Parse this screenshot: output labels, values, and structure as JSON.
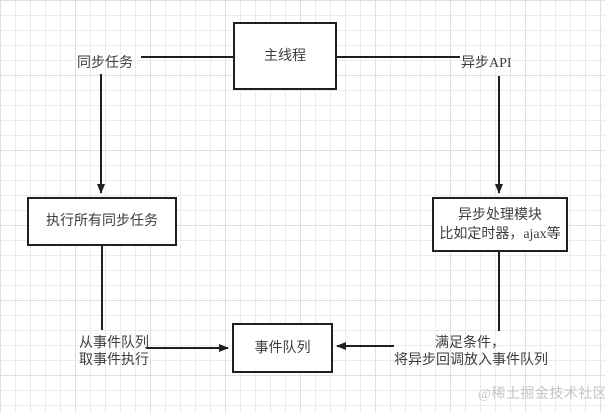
{
  "diagram": {
    "title_hint": "JavaScript event loop flow diagram",
    "nodes": {
      "main_thread": {
        "label": "主线程"
      },
      "sync_exec": {
        "label": "执行所有同步任务"
      },
      "async_module": {
        "line1": "异步处理模块",
        "line2": "比如定时器，ajax等"
      },
      "event_queue": {
        "label": "事件队列"
      }
    },
    "edge_labels": {
      "sync_tasks": "同步任务",
      "async_api": "异步API",
      "dequeue_line1": "从事件队列",
      "dequeue_line2": "取事件执行",
      "enqueue_line1": "满足条件，",
      "enqueue_line2": "将异步回调放入事件队列"
    },
    "colors": {
      "line": "#1f1f1f",
      "box_border": "#1f1f1f",
      "box_fill": "#ffffff",
      "text": "#3d3d3d",
      "grid_minor": "#ebebeb",
      "grid_major": "#dfdfdf",
      "watermark": "#c4c4c4"
    }
  },
  "watermark": {
    "text": "@稀土掘金技术社区"
  }
}
